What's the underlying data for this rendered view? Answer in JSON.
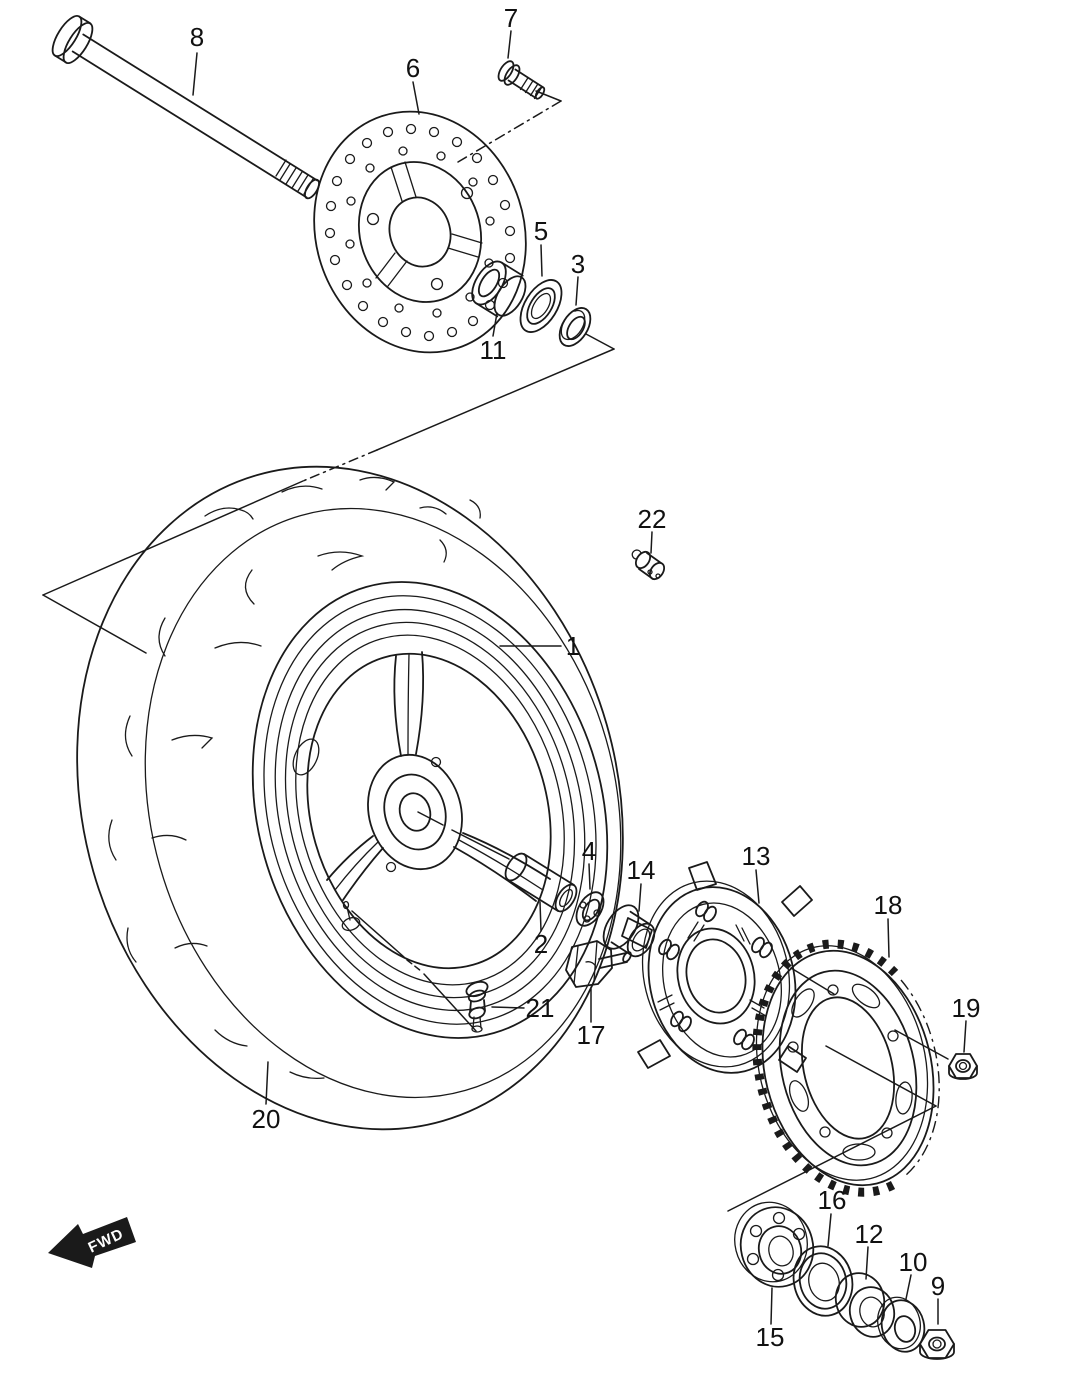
{
  "figure": {
    "fwd_label": "FWD",
    "colors": {
      "ink": "#1a1a1a",
      "paper": "#ffffff"
    },
    "callouts": [
      {
        "number": "1"
      },
      {
        "number": "2"
      },
      {
        "number": "3"
      },
      {
        "number": "4"
      },
      {
        "number": "5"
      },
      {
        "number": "6"
      },
      {
        "number": "7"
      },
      {
        "number": "8"
      },
      {
        "number": "9"
      },
      {
        "number": "10"
      },
      {
        "number": "11"
      },
      {
        "number": "12"
      },
      {
        "number": "13"
      },
      {
        "number": "14"
      },
      {
        "number": "15"
      },
      {
        "number": "16"
      },
      {
        "number": "17"
      },
      {
        "number": "18"
      },
      {
        "number": "19"
      },
      {
        "number": "20"
      },
      {
        "number": "21"
      },
      {
        "number": "22"
      }
    ]
  }
}
